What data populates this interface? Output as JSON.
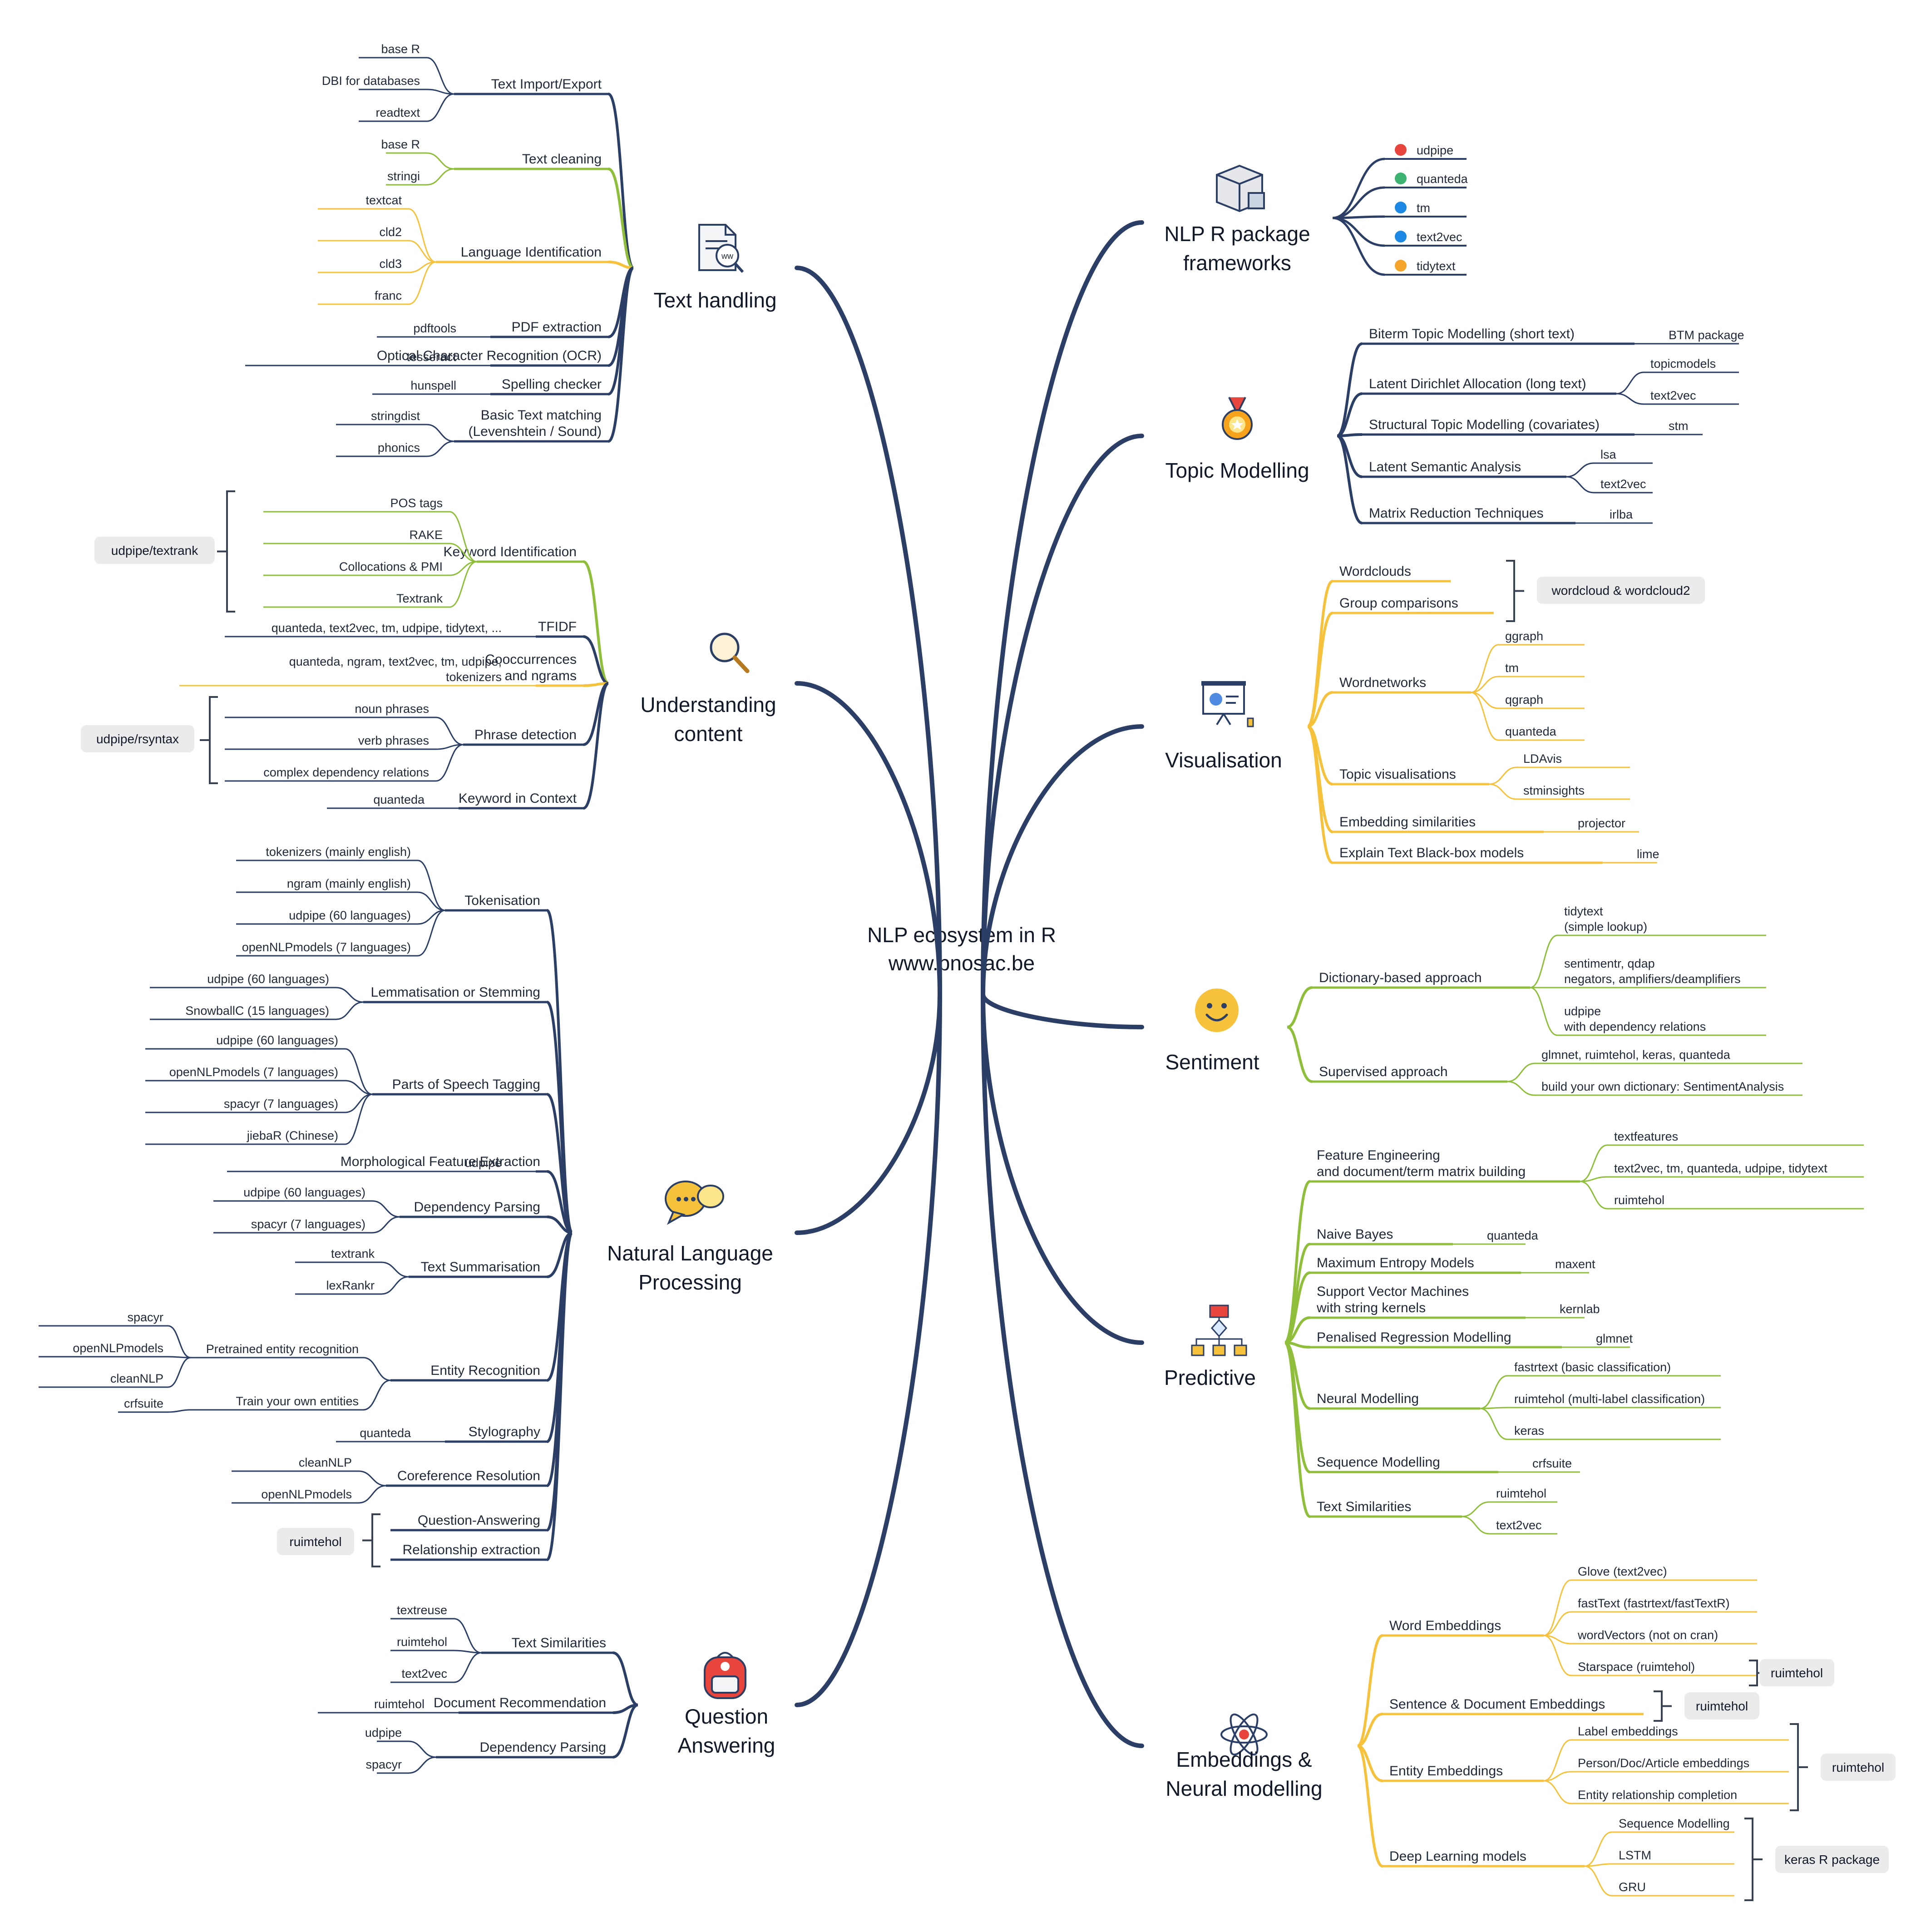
{
  "root": {
    "lines": [
      "NLP ecosystem in R",
      "www.bnosac.be"
    ]
  },
  "colors": {
    "navy": "#2b3e66",
    "green": "#8fbf3a",
    "yellow": "#f7c23b",
    "pill": "#ebebeb"
  },
  "branches": {
    "text_handling": {
      "label": [
        "Text handling"
      ],
      "icon": "document-search-icon",
      "subs": [
        {
          "label": [
            "Text Import/Export"
          ],
          "leaves": [
            "base R",
            "DBI for databases",
            "readtext"
          ]
        },
        {
          "label": [
            "Text cleaning"
          ],
          "leaves": [
            "base R",
            "stringi"
          ]
        },
        {
          "label": [
            "Language Identification"
          ],
          "leaves": [
            "textcat",
            "cld2",
            "cld3",
            "franc"
          ]
        },
        {
          "label": [
            "PDF extraction"
          ],
          "leaves": [
            "pdftools"
          ]
        },
        {
          "label": [
            "Optical Character Recognition (OCR)"
          ],
          "leaves": [
            "tesseract"
          ]
        },
        {
          "label": [
            "Spelling checker"
          ],
          "leaves": [
            "hunspell"
          ]
        },
        {
          "label": [
            "Basic Text matching",
            "(Levenshtein / Sound)"
          ],
          "leaves": [
            "stringdist",
            "phonics"
          ]
        }
      ]
    },
    "understanding": {
      "label": [
        "Understanding",
        "content"
      ],
      "icon": "magnifier-icon",
      "subs": [
        {
          "label": [
            "Keyword Identification"
          ],
          "leaves": [
            "POS tags",
            "RAKE",
            "Collocations & PMI",
            "Textrank"
          ],
          "pill": "udpipe/textrank"
        },
        {
          "label": [
            "TFIDF"
          ],
          "leaves": [
            "quanteda, text2vec, tm, udpipe, tidytext, ..."
          ]
        },
        {
          "label": [
            "Cooccurrences",
            "and ngrams"
          ],
          "leaves": [
            [
              "quanteda, ngram, text2vec, tm, udpipe,",
              "tokenizers"
            ]
          ]
        },
        {
          "label": [
            "Phrase detection"
          ],
          "leaves": [
            "noun phrases",
            "verb phrases",
            "complex dependency relations"
          ],
          "pill": "udpipe/rsyntax"
        },
        {
          "label": [
            "Keyword in Context"
          ],
          "leaves": [
            "quanteda"
          ]
        }
      ]
    },
    "nlp": {
      "label": [
        "Natural Language",
        "Processing"
      ],
      "icon": "chat-bubbles-icon",
      "subs": [
        {
          "label": [
            "Tokenisation"
          ],
          "leaves": [
            "tokenizers (mainly english)",
            "ngram (mainly english)",
            "udpipe (60 languages)",
            "openNLPmodels (7 languages)"
          ]
        },
        {
          "label": [
            "Lemmatisation or Stemming"
          ],
          "leaves": [
            "udpipe (60 languages)",
            "SnowballC (15 languages)"
          ]
        },
        {
          "label": [
            "Parts of Speech Tagging"
          ],
          "leaves": [
            "udpipe (60 languages)",
            "openNLPmodels (7 languages)",
            "spacyr (7 languages)",
            "jiebaR (Chinese)"
          ]
        },
        {
          "label": [
            "Morphological Feature Extraction"
          ],
          "leaves": [
            "udpipe"
          ]
        },
        {
          "label": [
            "Dependency Parsing"
          ],
          "leaves": [
            "udpipe (60 languages)",
            "spacyr (7 languages)"
          ]
        },
        {
          "label": [
            "Text Summarisation"
          ],
          "leaves": [
            "textrank",
            "lexRankr"
          ]
        },
        {
          "label": [
            "Entity Recognition"
          ],
          "groups": [
            {
              "label": "Pretrained entity recognition",
              "leaves": [
                "spacyr",
                "openNLPmodels",
                "cleanNLP"
              ]
            },
            {
              "label": "Train your own entities",
              "leaves": [
                "crfsuite"
              ]
            }
          ]
        },
        {
          "label": [
            "Stylography"
          ],
          "leaves": [
            "quanteda"
          ]
        },
        {
          "label": [
            "Coreference Resolution"
          ],
          "leaves": [
            "cleanNLP",
            "openNLPmodels"
          ]
        },
        {
          "label": [
            "Question-Answering"
          ],
          "leaves": []
        },
        {
          "label": [
            "Relationship extraction"
          ],
          "leaves": []
        }
      ],
      "pill": "ruimtehol"
    },
    "qa": {
      "label": [
        "Question",
        "Answering"
      ],
      "icon": "backpack-icon",
      "subs": [
        {
          "label": [
            "Text Similarities"
          ],
          "leaves": [
            "textreuse",
            "ruimtehol",
            "text2vec"
          ]
        },
        {
          "label": [
            "Document Recommendation"
          ],
          "leaves": [
            "ruimtehol"
          ]
        },
        {
          "label": [
            "Dependency Parsing"
          ],
          "leaves": [
            "udpipe",
            "spacyr"
          ]
        }
      ]
    },
    "frameworks": {
      "label": [
        "NLP R package",
        "frameworks"
      ],
      "icon": "boxes-icon",
      "subs": [
        {
          "label": "udpipe",
          "dot": "#e8453c"
        },
        {
          "label": "quanteda",
          "dot": "#3cb371"
        },
        {
          "label": "tm",
          "dot": "#1e88e5"
        },
        {
          "label": "text2vec",
          "dot": "#1e88e5"
        },
        {
          "label": "tidytext",
          "dot": "#f4a52a"
        }
      ]
    },
    "topic": {
      "label": [
        "Topic Modelling"
      ],
      "icon": "medal-icon",
      "subs": [
        {
          "label": [
            "Biterm Topic Modelling (short text)"
          ],
          "leaves": [
            "BTM package"
          ]
        },
        {
          "label": [
            "Latent Dirichlet Allocation (long text)"
          ],
          "leaves": [
            "topicmodels",
            "text2vec"
          ]
        },
        {
          "label": [
            "Structural Topic Modelling (covariates)"
          ],
          "leaves": [
            "stm"
          ]
        },
        {
          "label": [
            "Latent Semantic Analysis"
          ],
          "leaves": [
            "lsa",
            "text2vec"
          ]
        },
        {
          "label": [
            "Matrix Reduction Techniques"
          ],
          "leaves": [
            "irlba"
          ]
        }
      ]
    },
    "vis": {
      "label": [
        "Visualisation"
      ],
      "icon": "presentation-board-icon",
      "subs": [
        {
          "label": [
            "Wordclouds"
          ],
          "leaves": []
        },
        {
          "label": [
            "Group comparisons"
          ],
          "leaves": []
        },
        {
          "label": [
            "Wordnetworks"
          ],
          "leaves": [
            "ggraph",
            "tm",
            "qgraph",
            "quanteda"
          ]
        },
        {
          "label": [
            "Topic visualisations"
          ],
          "leaves": [
            "LDAvis",
            "stminsights"
          ]
        },
        {
          "label": [
            "Embedding similarities"
          ],
          "leaves": [
            "projector"
          ]
        },
        {
          "label": [
            "Explain Text Black-box models"
          ],
          "leaves": [
            "lime"
          ]
        }
      ],
      "pill": "wordcloud & wordcloud2"
    },
    "sentiment": {
      "label": [
        "Sentiment"
      ],
      "icon": "smiley-icon",
      "subs": [
        {
          "label": [
            "Dictionary-based approach"
          ],
          "leaves": [
            [
              "tidytext",
              "(simple lookup)"
            ],
            [
              "sentimentr, qdap",
              "negators, amplifiers/deamplifiers"
            ],
            [
              "udpipe",
              "with dependency relations"
            ]
          ]
        },
        {
          "label": [
            "Supervised approach"
          ],
          "leaves": [
            "glmnet, ruimtehol, keras, quanteda",
            "build your own dictionary: SentimentAnalysis"
          ]
        }
      ]
    },
    "predictive": {
      "label": [
        "Predictive"
      ],
      "icon": "flowchart-icon",
      "subs": [
        {
          "label": [
            "Feature Engineering",
            "and document/term matrix building"
          ],
          "leaves": [
            "textfeatures",
            "text2vec, tm, quanteda, udpipe, tidytext",
            "ruimtehol"
          ]
        },
        {
          "label": [
            "Naive Bayes"
          ],
          "leaves": [
            "quanteda"
          ]
        },
        {
          "label": [
            "Maximum Entropy Models"
          ],
          "leaves": [
            "maxent"
          ]
        },
        {
          "label": [
            "Support Vector Machines",
            "with string kernels"
          ],
          "leaves": [
            "kernlab"
          ]
        },
        {
          "label": [
            "Penalised Regression Modelling"
          ],
          "leaves": [
            "glmnet"
          ]
        },
        {
          "label": [
            "Neural Modelling"
          ],
          "leaves": [
            "fastrtext (basic classification)",
            "ruimtehol (multi-label classification)",
            "keras"
          ]
        },
        {
          "label": [
            "Sequence Modelling"
          ],
          "leaves": [
            "crfsuite"
          ]
        },
        {
          "label": [
            "Text Similarities"
          ],
          "leaves": [
            "ruimtehol",
            "text2vec"
          ]
        }
      ]
    },
    "embeddings": {
      "label": [
        "Embeddings &",
        "Neural modelling"
      ],
      "icon": "atom-icon",
      "subs": [
        {
          "label": [
            "Word Embeddings"
          ],
          "leaves": [
            "Glove (text2vec)",
            "fastText (fastrtext/fastTextR)",
            "wordVectors (not on cran)",
            "Starspace (ruimtehol)"
          ],
          "pill": "ruimtehol"
        },
        {
          "label": [
            "Sentence & Document Embeddings"
          ],
          "leaves": [],
          "pill": "ruimtehol"
        },
        {
          "label": [
            "Entity Embeddings"
          ],
          "leaves": [
            "Label embeddings",
            "Person/Doc/Article embeddings",
            "Entity relationship completion"
          ],
          "pill": "ruimtehol"
        },
        {
          "label": [
            "Deep Learning models"
          ],
          "leaves": [
            "Sequence Modelling",
            "LSTM",
            "GRU"
          ],
          "pill": "keras R package"
        }
      ]
    }
  }
}
